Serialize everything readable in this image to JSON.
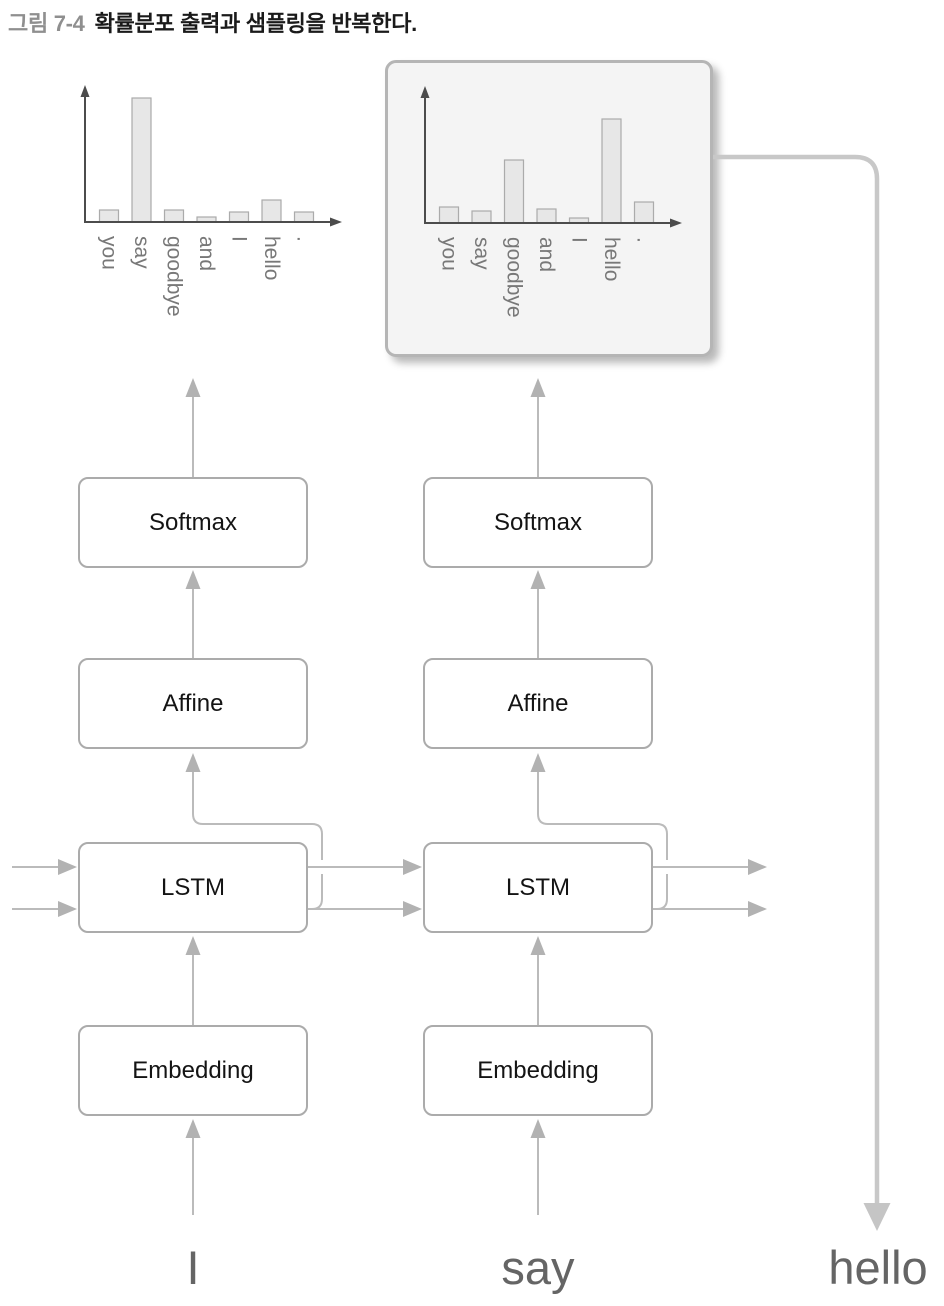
{
  "figure": {
    "label": "그림 7-4",
    "caption": "확률분포 출력과 샘플링을 반복한다."
  },
  "network": {
    "timesteps": [
      {
        "input_word": "I",
        "layers": {
          "embedding": "Embedding",
          "lstm": "LSTM",
          "affine": "Affine",
          "softmax": "Softmax"
        }
      },
      {
        "input_word": "say",
        "layers": {
          "embedding": "Embedding",
          "lstm": "LSTM",
          "affine": "Affine",
          "softmax": "Softmax"
        }
      }
    ],
    "sampled_output_word": "hello"
  },
  "chart_data": [
    {
      "type": "bar",
      "title": "",
      "categories": [
        "you",
        "say",
        "goodbye",
        "and",
        "I",
        "hello",
        "."
      ],
      "values": [
        0.1,
        1.0,
        0.1,
        0.04,
        0.08,
        0.18,
        0.08
      ],
      "xlabel": "",
      "ylabel": "",
      "ylim": [
        0,
        1
      ],
      "grid": false,
      "legend": false,
      "highlighted_panel": false
    },
    {
      "type": "bar",
      "title": "",
      "categories": [
        "you",
        "say",
        "goodbye",
        "and",
        "I",
        "hello",
        "."
      ],
      "values": [
        0.13,
        0.1,
        0.51,
        0.11,
        0.04,
        0.84,
        0.17
      ],
      "xlabel": "",
      "ylabel": "",
      "ylim": [
        0,
        1
      ],
      "grid": false,
      "legend": false,
      "highlighted_panel": true
    }
  ],
  "colors": {
    "panel_bg": "#f4f4f4",
    "panel_border": "#b5b5b5",
    "box_border": "#ababab",
    "box_text": "#141414",
    "connector_gray": "#bbbbbb",
    "arrowhead_gray": "#b2b2b2",
    "output_arrow_gray": "#c8c8c8",
    "axis_dark": "#4c4c4c",
    "bar_fill": "#e7e7e7",
    "bar_border": "#ababab",
    "chart_label_gray": "#787878",
    "word_gray": "#656565",
    "title_label_gray": "#8f8f8f"
  }
}
